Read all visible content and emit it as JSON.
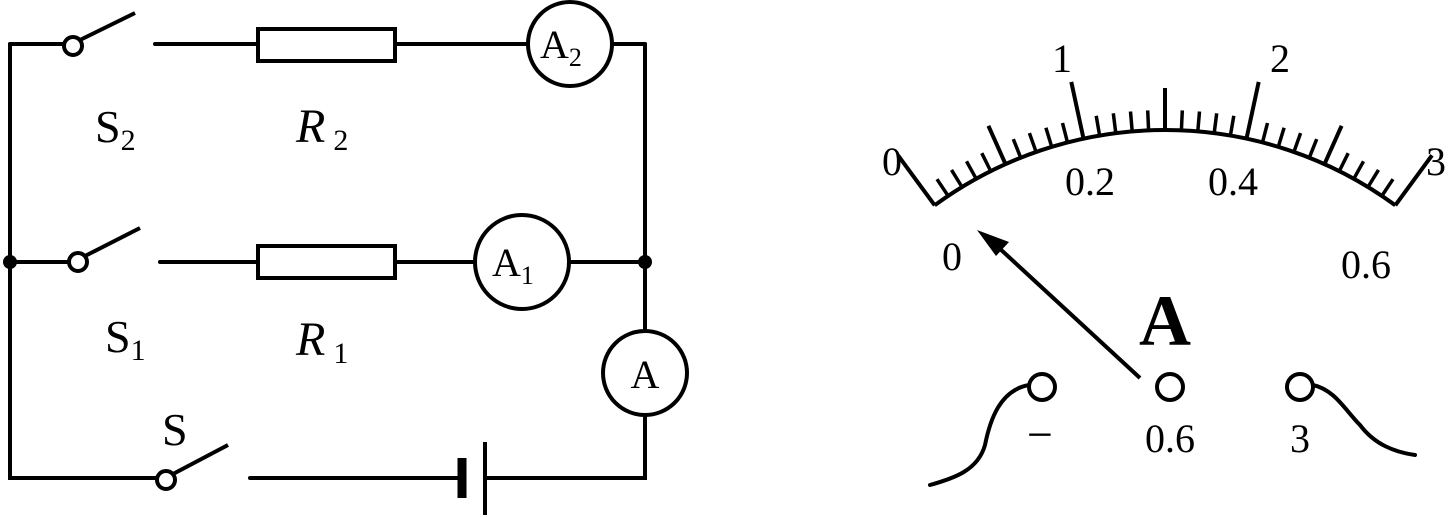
{
  "circuit": {
    "switch_s2": {
      "letter": "S",
      "sub": "2"
    },
    "switch_s1": {
      "letter": "S",
      "sub": "1"
    },
    "switch_s": {
      "letter": "S"
    },
    "resistor_r2": {
      "letter": "R",
      "sub": "2"
    },
    "resistor_r1": {
      "letter": "R",
      "sub": "1"
    },
    "ammeter_a2": {
      "letter": "A",
      "sub": "2"
    },
    "ammeter_a1": {
      "letter": "A",
      "sub": "1"
    },
    "ammeter_main": {
      "letter": "A"
    }
  },
  "meter": {
    "unit_symbol": "A",
    "outer_scale": [
      "0",
      "1",
      "2",
      "3"
    ],
    "inner_scale": [
      "0",
      "0.2",
      "0.4",
      "0.6"
    ],
    "terminals": {
      "negative": "−",
      "low": "0.6",
      "high": "3"
    },
    "pointer_reading": 0
  }
}
